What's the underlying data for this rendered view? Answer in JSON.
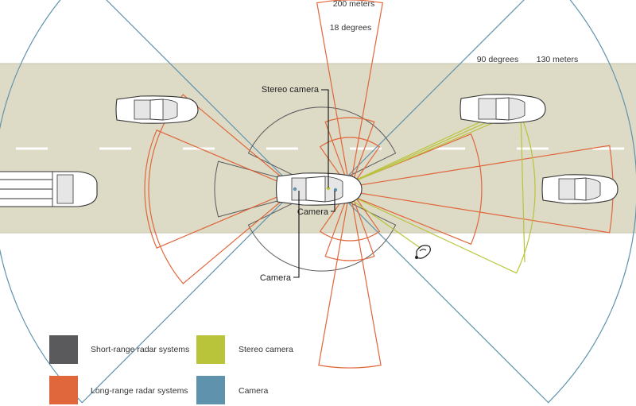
{
  "labels": {
    "range_long": "200 meters",
    "angle_narrow": "18 degrees",
    "angle_wide": "90 degrees",
    "range_camera": "130 meters",
    "stereo_camera": "Stereo camera",
    "camera_front": "Camera",
    "camera_rear": "Camera"
  },
  "legend": [
    {
      "label": "Short-range radar systems",
      "color": "#5a5a5c"
    },
    {
      "label": "Stereo camera",
      "color": "#b9c43a"
    },
    {
      "label": "Long-range radar systems",
      "color": "#e0663b"
    },
    {
      "label": "Camera",
      "color": "#5f93ad"
    }
  ],
  "colors": {
    "road": "#dddac6",
    "short_range": "#5a5a5c",
    "long_range": "#e0663b",
    "stereo": "#b9c43a",
    "camera": "#5f93ad"
  }
}
